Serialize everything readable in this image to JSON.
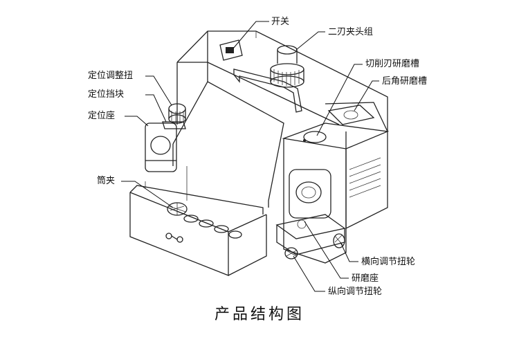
{
  "caption": "产品结构图",
  "labels": {
    "switch": "开关",
    "two_blade_chuck": "二刃夹头组",
    "cutting_edge_slot": "切削刃研磨槽",
    "rear_angle_slot": "后角研磨槽",
    "positioning_knob": "定位调整扭",
    "positioning_stop": "定位挡块",
    "positioning_seat": "定位座",
    "collet": "筒夹",
    "lateral_wheel": "横向调节扭轮",
    "grinding_seat": "研磨座",
    "longitudinal_wheel": "纵向调节扭轮"
  }
}
